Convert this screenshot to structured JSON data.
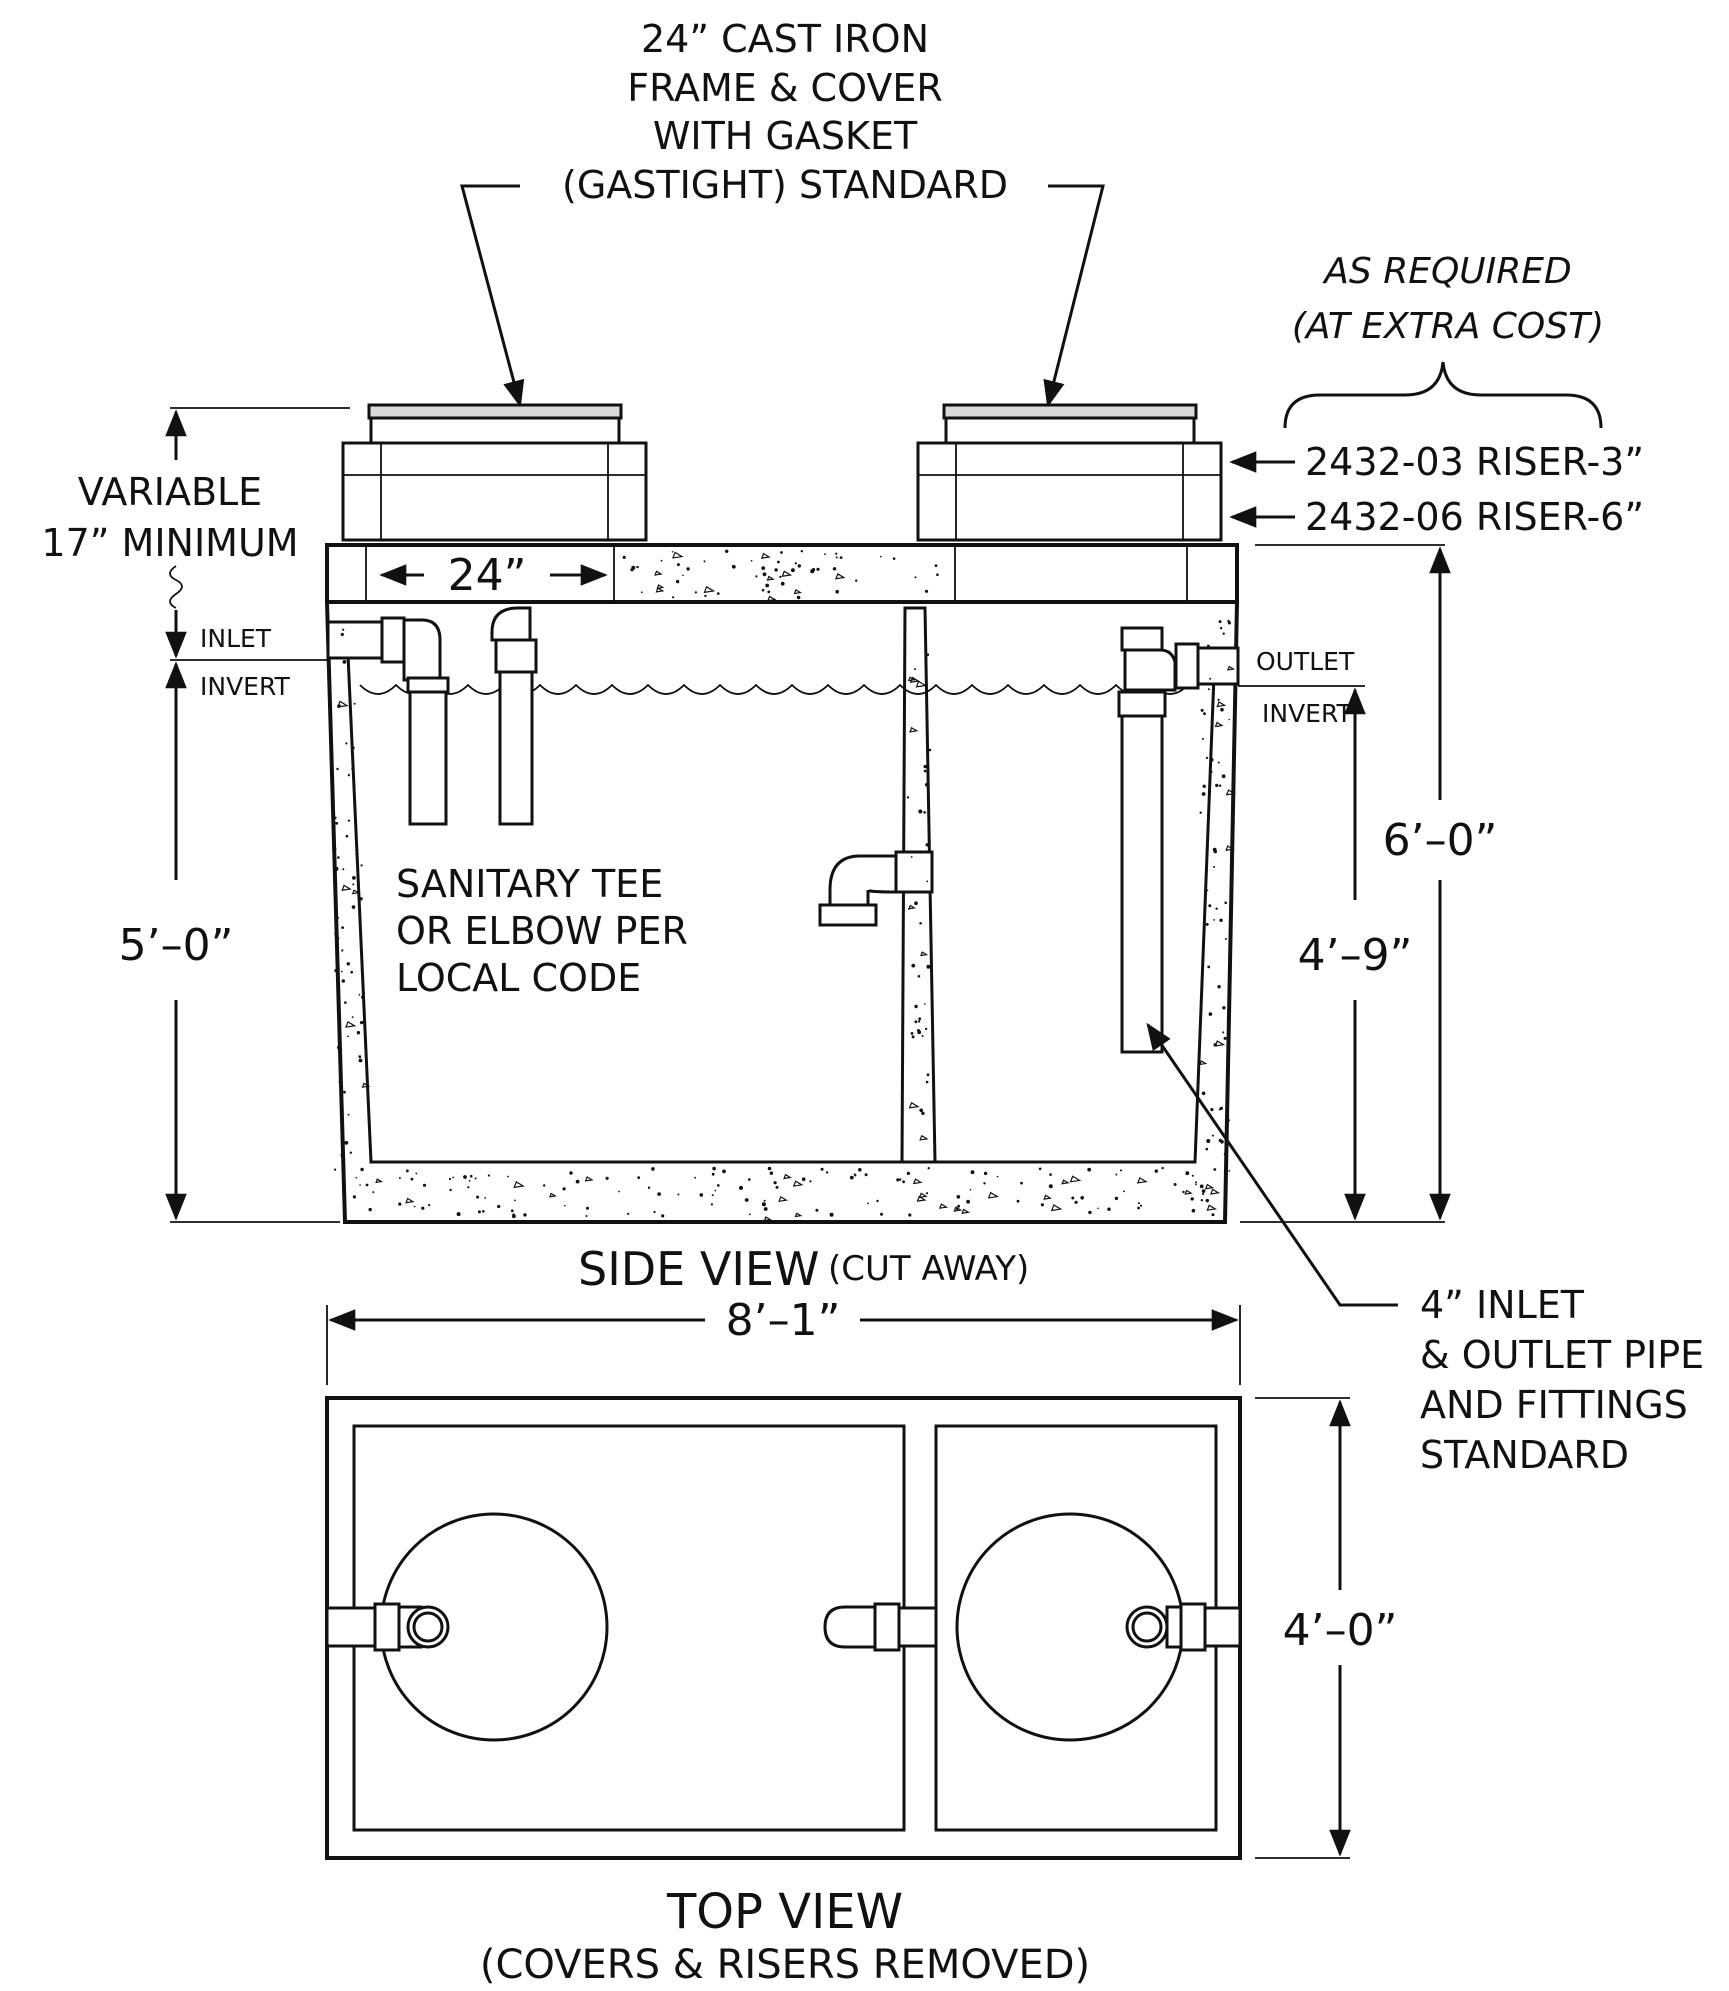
{
  "callouts": {
    "frame_cover": [
      "24” CAST IRON",
      "FRAME & COVER",
      "WITH GASKET",
      "(GASTIGHT) STANDARD"
    ],
    "as_required": [
      "AS REQUIRED",
      "(AT EXTRA COST)"
    ],
    "riser_3": "2432-03 RISER-3”",
    "riser_6": "2432-06 RISER-6”",
    "variable": [
      "VARIABLE",
      "17” MINIMUM"
    ],
    "inlet_invert": [
      "INLET",
      "INVERT"
    ],
    "outlet_invert": [
      "OUTLET",
      "INVERT"
    ],
    "sanitary_tee": [
      "SANITARY TEE",
      "OR ELBOW PER",
      "LOCAL CODE"
    ],
    "pipe_note": [
      "4” INLET",
      "& OUTLET PIPE",
      "AND FITTINGS",
      "STANDARD"
    ]
  },
  "dimensions": {
    "opening": "24”",
    "inlet_depth": "5’–0”",
    "overall_height": "6’–0”",
    "outlet_depth": "4’–9”",
    "length": "8’–1”",
    "width": "4’–0”"
  },
  "views": {
    "side_title": "SIDE VIEW",
    "side_subtitle": "(CUT AWAY)",
    "top_title": "TOP VIEW",
    "top_subtitle": "(COVERS & RISERS REMOVED)"
  },
  "colors": {
    "line": "#111111",
    "background": "#ffffff",
    "cover_hatch": "#d9d9d9"
  }
}
